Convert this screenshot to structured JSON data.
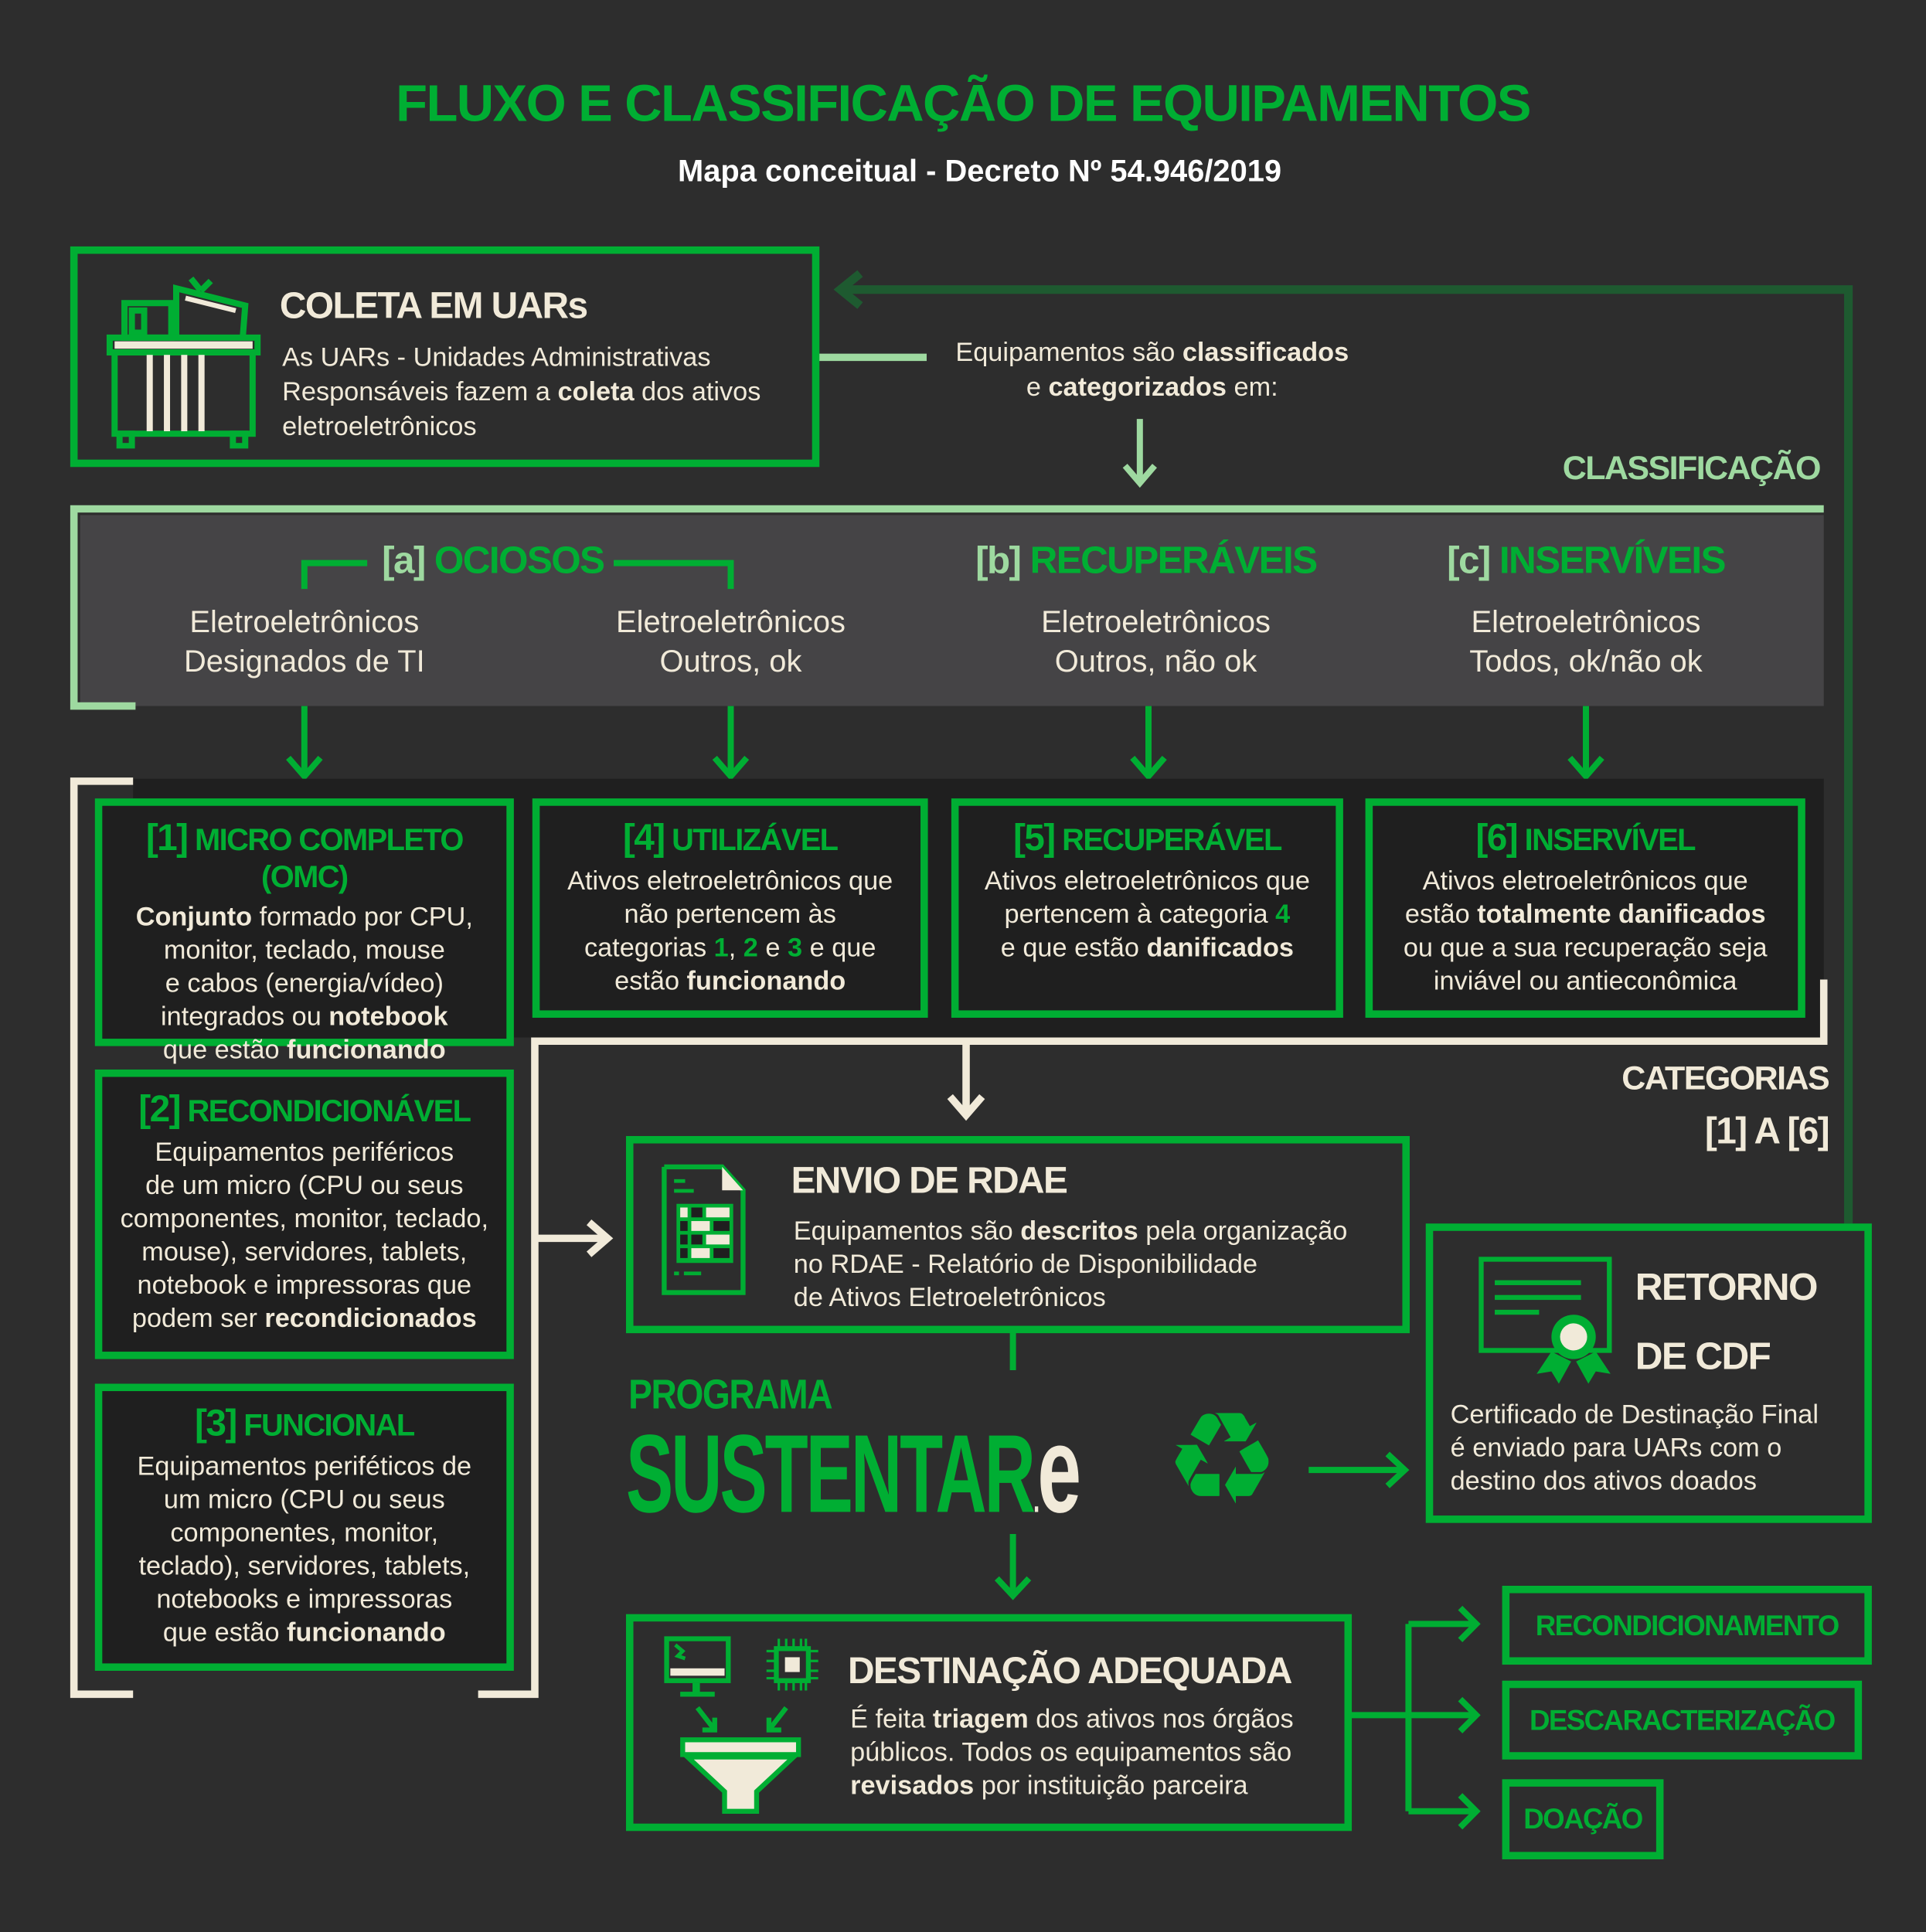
{
  "header": {
    "title": "FLUXO E CLASSIFICAÇÃO DE EQUIPAMENTOS",
    "subtitle": "Mapa conceitual - Decreto Nº 54.946/2019"
  },
  "coleta": {
    "title": "COLETA EM UARs",
    "body": [
      [
        "As UARs - Unidades Administrativas\nResponsáveis fazem a ",
        ""
      ],
      [
        "coleta",
        "b"
      ],
      [
        " dos ativos\neletroeletrônicos",
        ""
      ]
    ]
  },
  "classify_note": [
    [
      "Equipamentos são ",
      ""
    ],
    [
      "classificados",
      "b"
    ],
    [
      "\ne ",
      ""
    ],
    [
      "categorizados",
      "b"
    ],
    [
      " em:",
      ""
    ]
  ],
  "classification_label": "CLASSIFICAÇÃO",
  "classes": [
    {
      "tag": "[a]",
      "name": "OCIOSOS",
      "subs": [
        "Eletroeletrônicos\nDesignados de TI",
        "Eletroeletrônicos\nOutros, ok"
      ]
    },
    {
      "tag": "[b]",
      "name": "RECUPERÁVEIS",
      "subs": [
        "Eletroeletrônicos\nOutros, não ok"
      ]
    },
    {
      "tag": "[c]",
      "name": "INSERVÍVEIS",
      "subs": [
        "Eletroeletrônicos\nTodos, ok/não ok"
      ]
    }
  ],
  "categories": [
    {
      "num": "[1]",
      "name": "MICRO COMPLETO (OMC)",
      "body": [
        [
          "Conjunto",
          "b"
        ],
        [
          " formado por CPU,\nmonitor, teclado, mouse\ne cabos (energia/vídeo)\nintegrados ou ",
          ""
        ],
        [
          "notebook",
          "b"
        ],
        [
          "\nque estão ",
          ""
        ],
        [
          "funcionando",
          "b"
        ]
      ]
    },
    {
      "num": "[4]",
      "name": "UTILIZÁVEL",
      "body": [
        [
          "Ativos eletroeletrônicos que\nnão pertencem às\ncategorias ",
          ""
        ],
        [
          "1",
          "g"
        ],
        [
          ", ",
          ""
        ],
        [
          "2",
          "g"
        ],
        [
          " e ",
          ""
        ],
        [
          "3",
          "g"
        ],
        [
          " e que\nestão ",
          ""
        ],
        [
          "funcionando",
          "b"
        ]
      ]
    },
    {
      "num": "[5]",
      "name": "RECUPERÁVEL",
      "body": [
        [
          "Ativos eletroeletrônicos que\npertencem à categoria ",
          ""
        ],
        [
          "4",
          "g"
        ],
        [
          "\ne que estão ",
          ""
        ],
        [
          "danificados",
          "b"
        ]
      ]
    },
    {
      "num": "[6]",
      "name": "INSERVÍVEL",
      "body": [
        [
          "Ativos eletroeletrônicos que\nestão ",
          ""
        ],
        [
          "totalmente danificados",
          "b"
        ],
        [
          "\nou que a sua recuperação seja\ninviável ou antieconômica",
          ""
        ]
      ]
    },
    {
      "num": "[2]",
      "name": "RECONDICIONÁVEL",
      "body": [
        [
          "Equipamentos periféricos\nde um micro (CPU ou seus\ncomponentes, monitor, teclado,\nmouse), servidores, tablets,\nnotebook e impressoras que\npodem ser ",
          ""
        ],
        [
          "recondicionados",
          "b"
        ]
      ]
    },
    {
      "num": "[3]",
      "name": "FUNCIONAL",
      "body": [
        [
          "Equipamentos periféticos de\num micro (CPU ou seus\ncomponentes, monitor,\nteclado), servidores, tablets,\nnotebooks e impressoras\nque estão ",
          ""
        ],
        [
          "funcionando",
          "b"
        ]
      ]
    }
  ],
  "categories_label": {
    "line1": "CATEGORIAS",
    "line2": "[1] A [6]"
  },
  "rdae": {
    "title": "ENVIO DE RDAE",
    "body": [
      [
        "Equipamentos são ",
        ""
      ],
      [
        "descritos",
        "b"
      ],
      [
        " pela organização\nno RDAE - Relatório de Disponibilidade\nde Ativos Eletroeletrônicos",
        ""
      ]
    ]
  },
  "program": {
    "line1": "PROGRAMA",
    "main": "SUSTENTAR",
    "dot": ".",
    "suffix": "e",
    "icon": "recycle-icon",
    "glyph": "♻"
  },
  "cdf": {
    "title": "RETORNO\nDE CDF",
    "body": "Certificado de Destinação Final\né enviado para UARs com o\ndestino dos ativos doados"
  },
  "destinacao": {
    "title": "DESTINAÇÃO ADEQUADA",
    "body": [
      [
        "É feita ",
        ""
      ],
      [
        "triagem",
        "b"
      ],
      [
        " dos ativos nos órgãos\npúblicos. Todos os equipamentos são\n",
        ""
      ],
      [
        "revisados",
        "b"
      ],
      [
        " por instituição parceira",
        ""
      ]
    ]
  },
  "outcomes": [
    "RECONDICIONAMENTO",
    "DESCARACTERIZAÇÃO",
    "DOAÇÃO"
  ],
  "colors": {
    "background": "#2d2d2d",
    "green": "#00ae33",
    "light_green": "#9ed9a0",
    "dark_green": "#1e5a30",
    "cream": "#f1ead9",
    "band": "#454446"
  }
}
